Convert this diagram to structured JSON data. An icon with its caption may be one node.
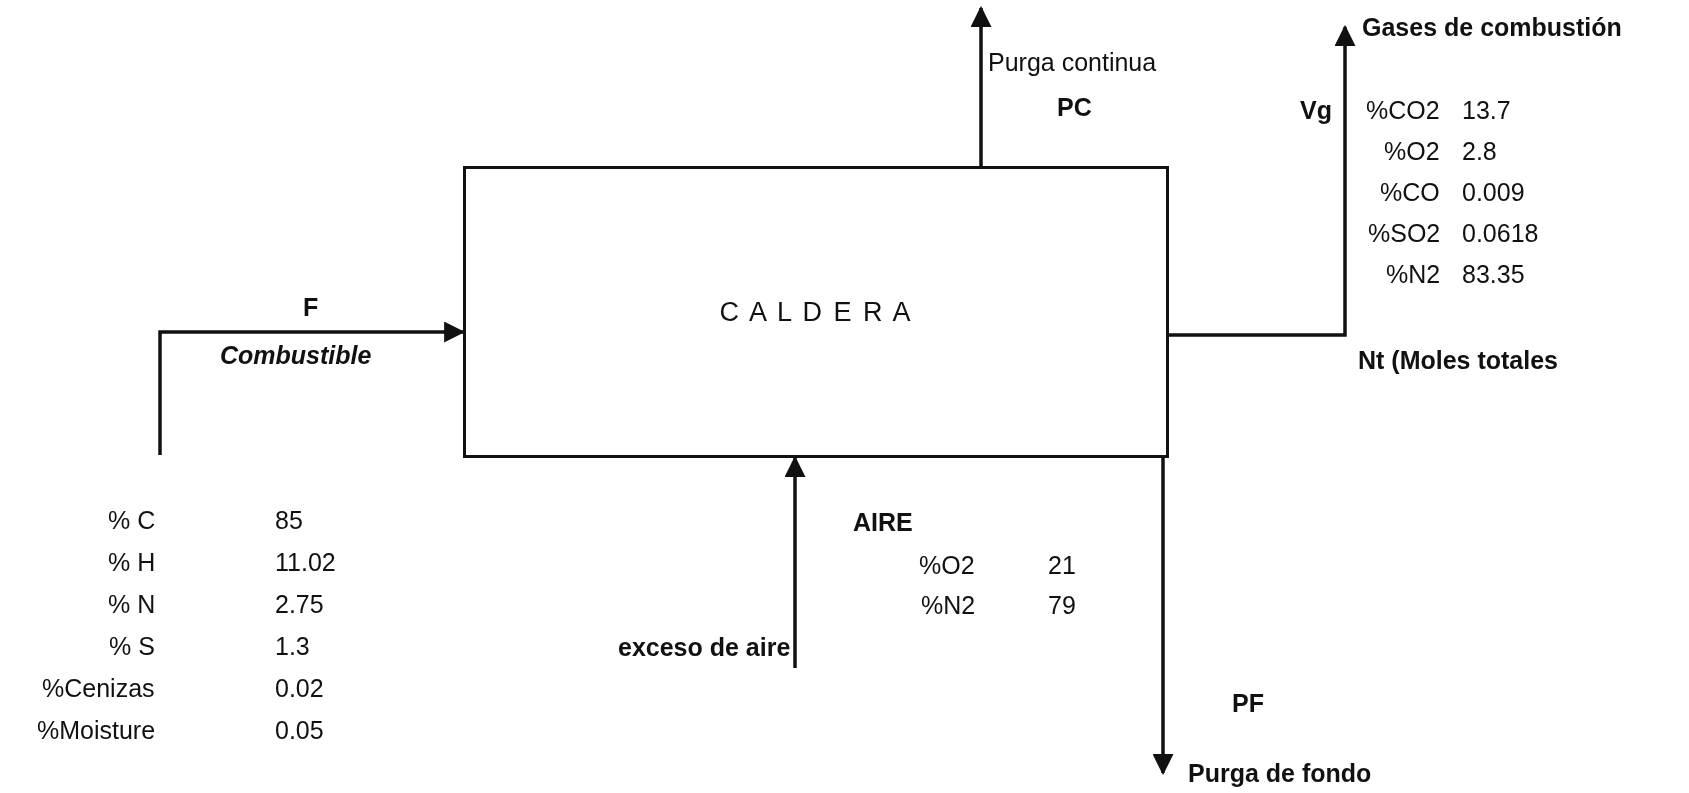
{
  "diagram": {
    "nodes": [
      {
        "text": [
          "C A L D E R A"
        ]
      },
      {
        "text": [
          "Gases de combustión"
        ]
      },
      {
        "text": [
          "Purga de fondo"
        ]
      }
    ],
    "edges": [
      {
        "from": null,
        "to": 0,
        "arrow": "to",
        "label": "F"
      },
      {
        "from": 0,
        "to": null,
        "arrow": "to",
        "label": "Purga continua"
      },
      {
        "from": 0,
        "to": 1,
        "arrow": "to"
      },
      {
        "from": null,
        "to": 0,
        "arrow": "to",
        "label": "exceso de aire"
      },
      {
        "from": 0,
        "to": 2,
        "arrow": "to",
        "label": "PF"
      }
    ],
    "labels": [
      "PC",
      "Vg",
      "%CO2",
      "13.7",
      "%O2",
      "2.8",
      "%CO",
      "0.009",
      "%SO2",
      "0.0618",
      "%N2",
      "83.35",
      "Combustible",
      "Nt (Moles totales",
      "% C",
      "85",
      "% H",
      "11.02",
      "% N",
      "2.75",
      "% S",
      "1.3",
      "%Cenizas",
      "0.02",
      "%Moisture",
      "0.05",
      "AIRE",
      "%O2",
      "21",
      "%N2",
      "79"
    ]
  }
}
